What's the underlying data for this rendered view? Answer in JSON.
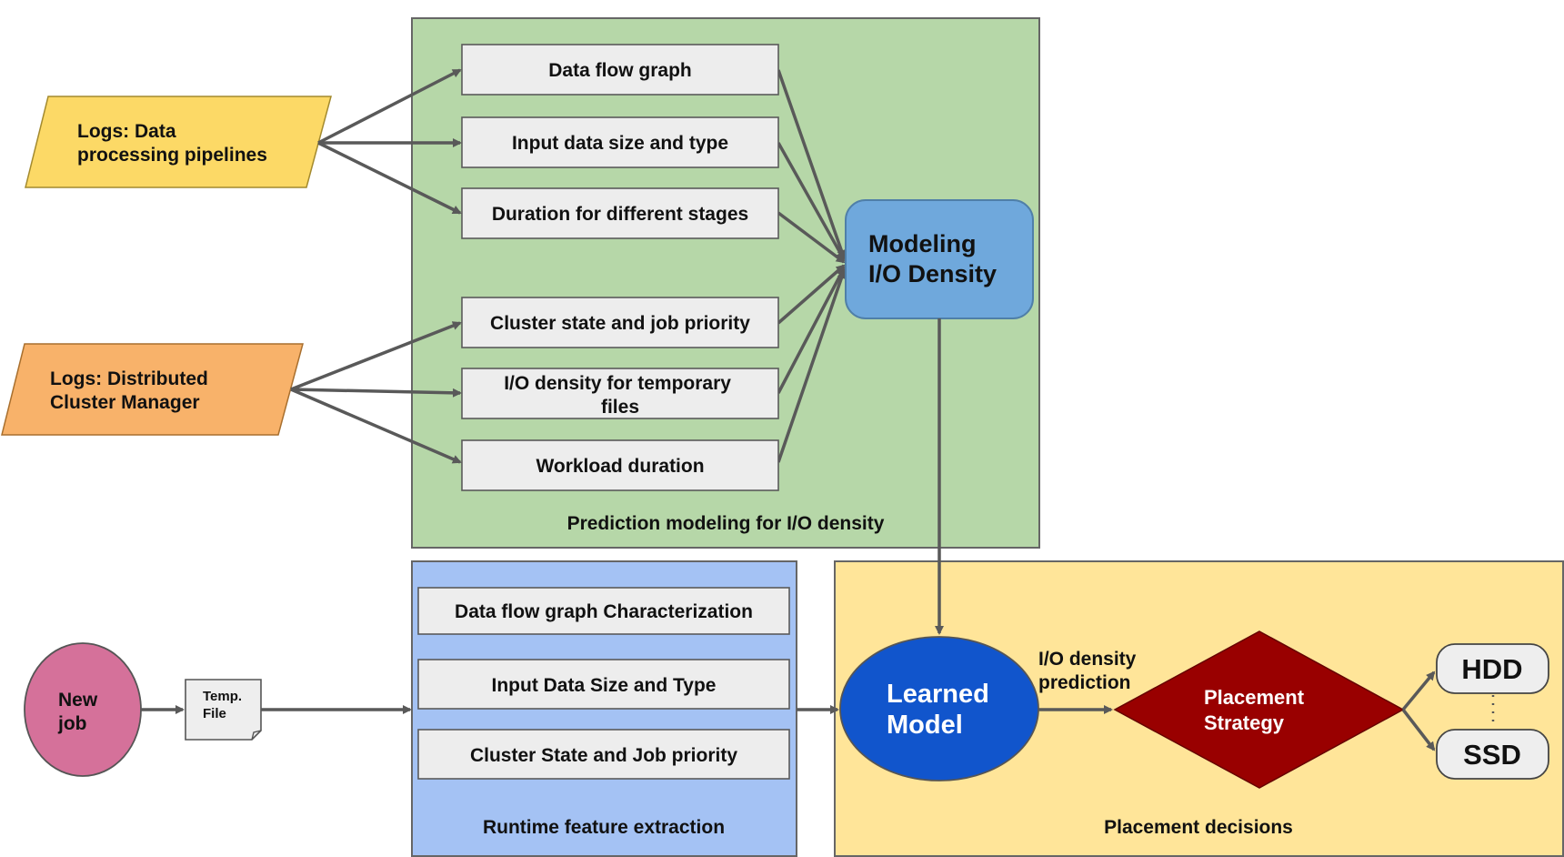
{
  "sources": {
    "pipelines": {
      "lines": [
        "Logs: Data",
        "processing pipelines"
      ],
      "color": "#fcd966"
    },
    "cluster_manager": {
      "lines": [
        "Logs: Distributed",
        "Cluster Manager"
      ],
      "color": "#f8b26a"
    }
  },
  "prediction_modeling": {
    "label": "Prediction modeling for I/O density",
    "color": "#b6d7a8",
    "features": [
      [
        "Data flow graph"
      ],
      [
        "Input data size and type"
      ],
      [
        "Duration for different stages"
      ],
      [
        "Cluster state and job priority"
      ],
      [
        "I/O density for temporary",
        "files"
      ],
      [
        "Workload duration"
      ]
    ],
    "model": {
      "lines": [
        "Modeling",
        "I/O Density"
      ],
      "color": "#6fa8dc"
    }
  },
  "runtime_extraction": {
    "label": "Runtime feature extraction",
    "color": "#a4c2f4",
    "features": [
      "Data flow graph Characterization",
      "Input Data Size and Type",
      "Cluster State and Job priority"
    ]
  },
  "placement": {
    "label": "Placement decisions",
    "color": "#ffe599",
    "learned_model": {
      "lines": [
        "Learned",
        "Model"
      ],
      "color": "#1155cc"
    },
    "edge_label": [
      "I/O density",
      "prediction"
    ],
    "strategy": {
      "lines": [
        "Placement",
        "Strategy"
      ],
      "color": "#990000"
    },
    "targets": [
      "HDD",
      "SSD"
    ]
  },
  "job": {
    "lines": [
      "New",
      "job"
    ],
    "color": "#d5719a"
  },
  "temp_file": {
    "lines": [
      "Temp.",
      "File"
    ]
  }
}
